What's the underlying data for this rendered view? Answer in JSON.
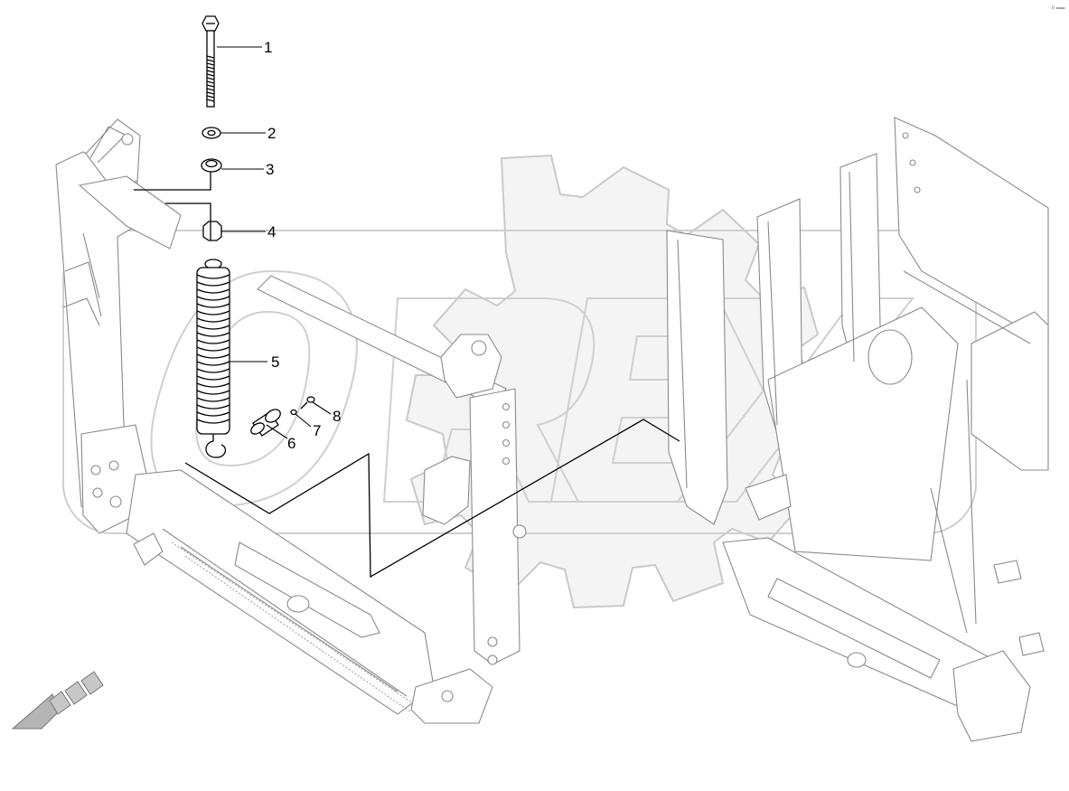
{
  "callouts": [
    {
      "id": "1",
      "label": "1"
    },
    {
      "id": "2",
      "label": "2"
    },
    {
      "id": "3",
      "label": "3"
    },
    {
      "id": "4",
      "label": "4"
    },
    {
      "id": "5",
      "label": "5"
    },
    {
      "id": "6",
      "label": "6"
    },
    {
      "id": "7",
      "label": "7"
    },
    {
      "id": "8",
      "label": "8"
    }
  ],
  "watermark": {
    "text": "OREX"
  },
  "corner_mark": {
    "text": "ᵖ ══"
  },
  "colors": {
    "ink": "#000000",
    "frame": "#8a8a8a",
    "watermark": "#cfcfcf",
    "direction_arrow": "#b5b5b5"
  },
  "icons": {
    "direction_arrow": "direction-arrow-icon"
  }
}
